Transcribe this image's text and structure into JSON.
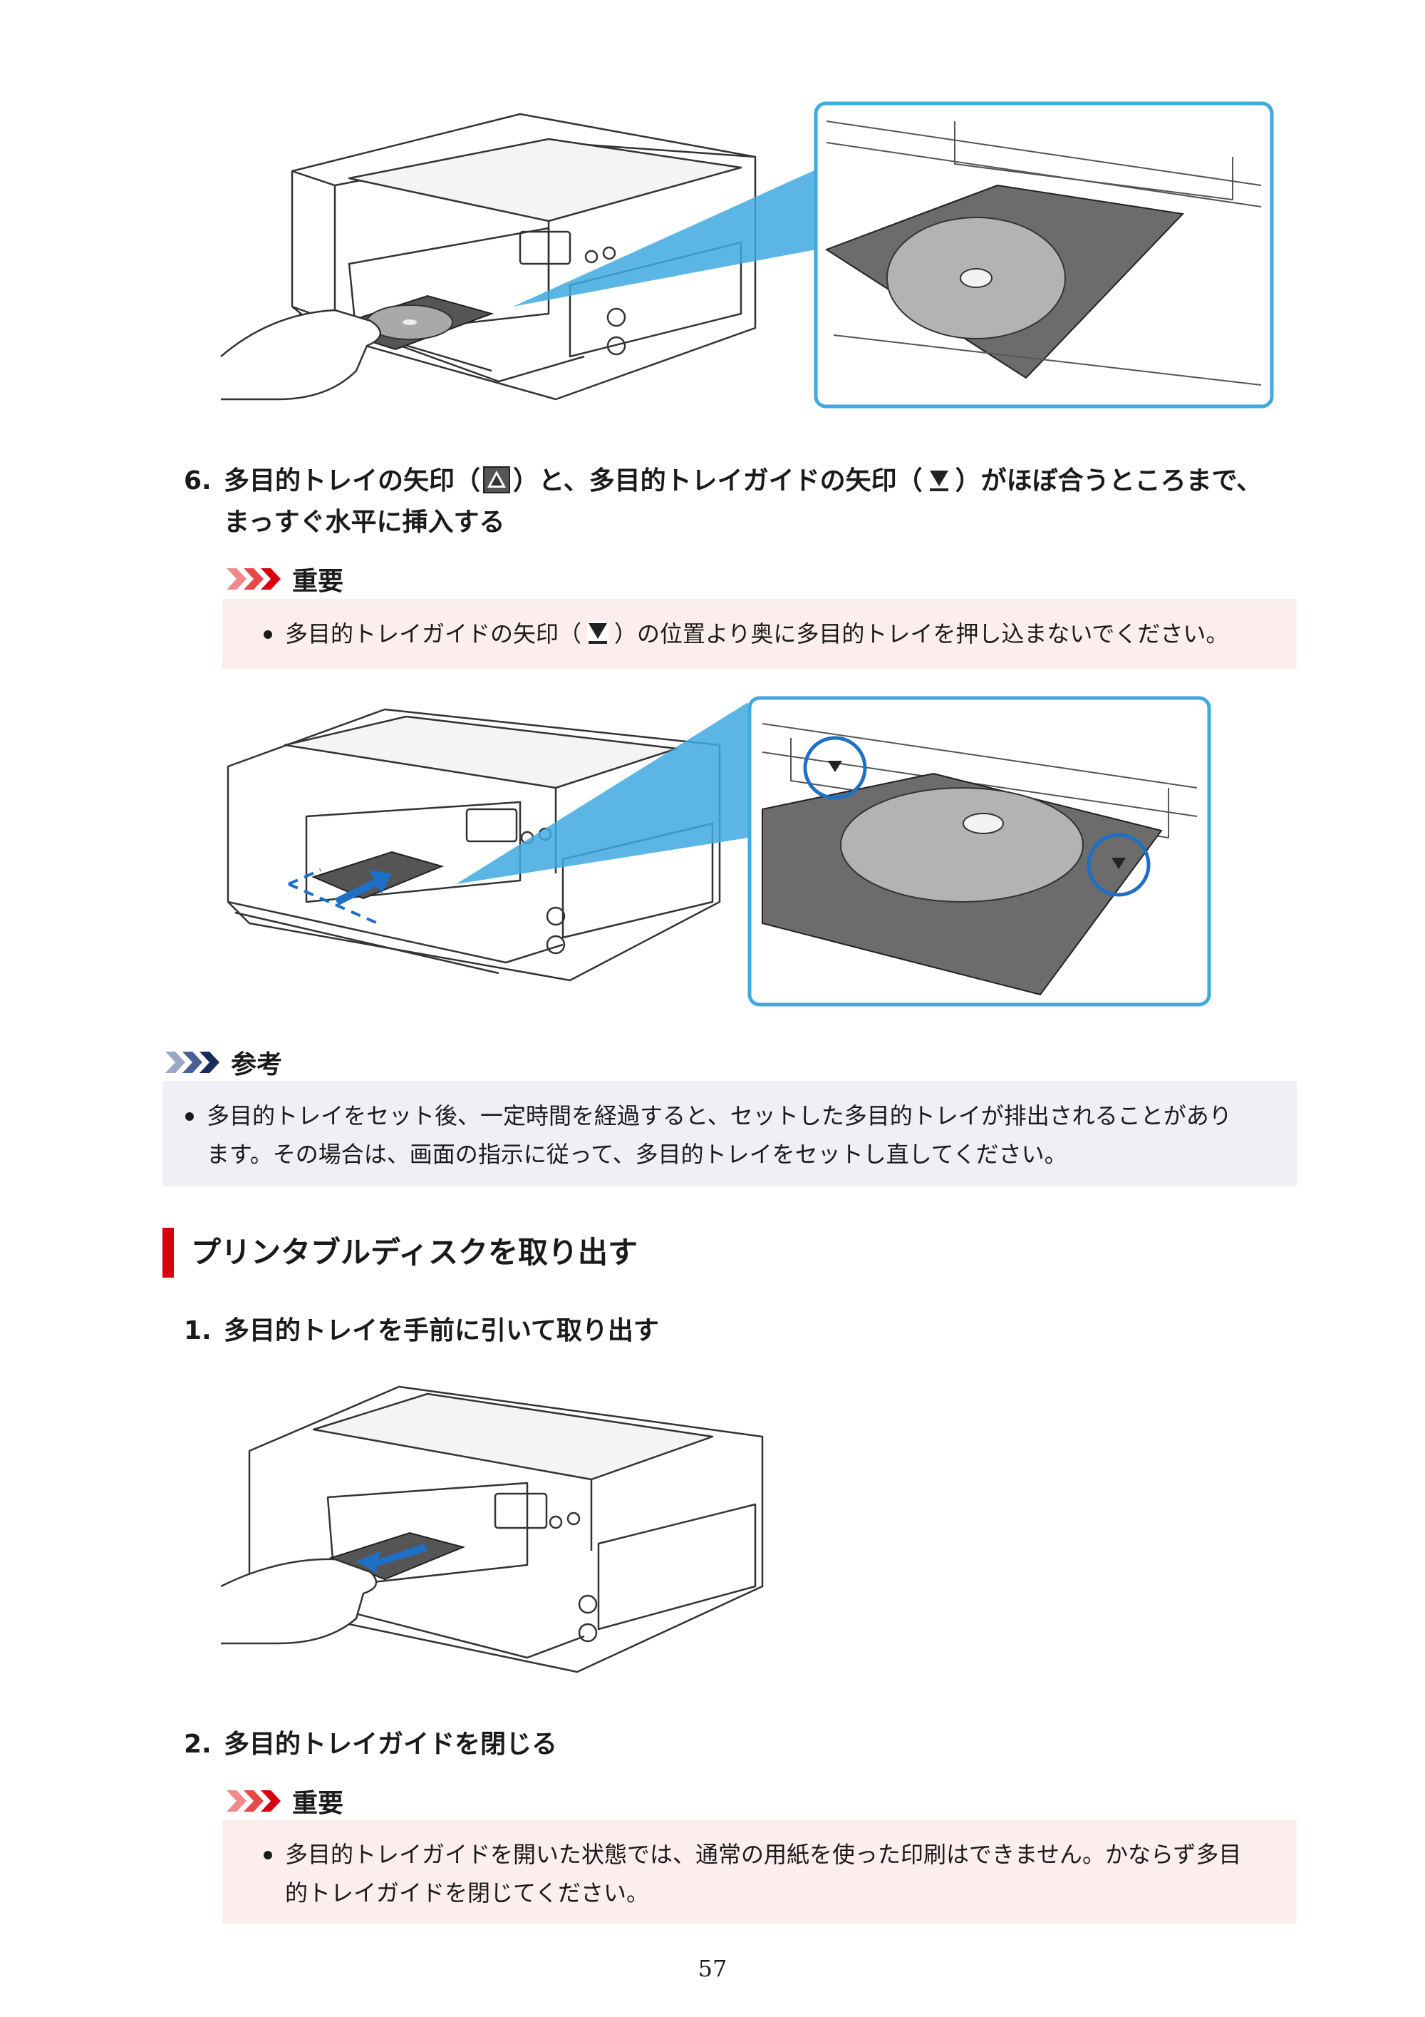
{
  "step6": {
    "number": "6.",
    "text_part1": "多目的トレイの矢印（",
    "text_part2": "）と、多目的トレイガイドの矢印（",
    "text_part3": "）がほぼ合うところまで、",
    "text_line2": "まっすぐ水平に挿入する",
    "arrow_up_icon": "up-arrow-triangle-icon",
    "arrow_down_icon": "down-arrow-triangle-icon"
  },
  "important1": {
    "label": "重要",
    "bullet_part1": "多目的トレイガイドの矢印（",
    "bullet_part2": "）の位置より奥に多目的トレイを押し込まないでください。"
  },
  "note": {
    "label": "参考",
    "bullet_line1": "多目的トレイをセット後、一定時間を経過すると、セットした多目的トレイが排出されることがあり",
    "bullet_line2": "ます。その場合は、画面の指示に従って、多目的トレイをセットし直してください。"
  },
  "section": {
    "title": "プリンタブルディスクを取り出す"
  },
  "step1": {
    "number": "1.",
    "text": "多目的トレイを手前に引いて取り出す"
  },
  "step2": {
    "number": "2.",
    "text": "多目的トレイガイドを閉じる"
  },
  "important2": {
    "label": "重要",
    "bullet_line1": "多目的トレイガイドを開いた状態では、通常の用紙を使った印刷はできません。かならず多目",
    "bullet_line2": "的トレイガイドを閉じてください。"
  },
  "page_number": "57",
  "colors": {
    "accent_red": "#d7000f",
    "important_bg": "#fdeeee",
    "note_bg": "#eef0f5",
    "callout_blue": "#3fa9e0",
    "arrow_blue": "#1e6fc6"
  }
}
